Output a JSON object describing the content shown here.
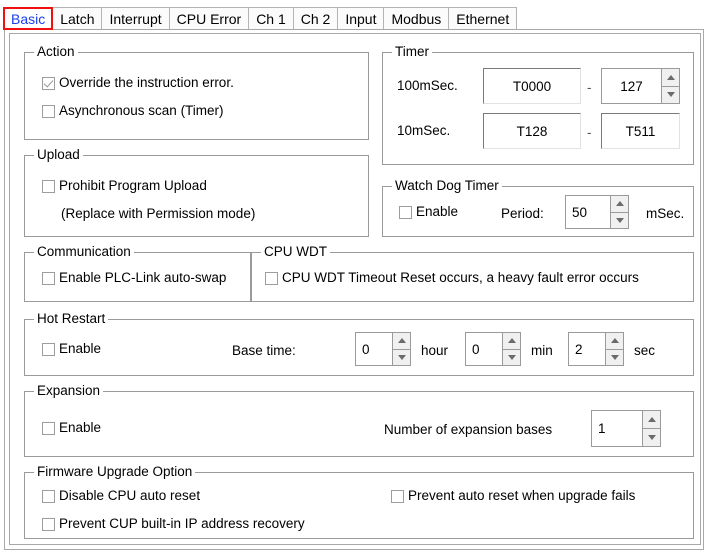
{
  "tabs": [
    {
      "label": "Basic",
      "selected": true
    },
    {
      "label": "Latch",
      "selected": false
    },
    {
      "label": "Interrupt",
      "selected": false
    },
    {
      "label": "CPU Error",
      "selected": false
    },
    {
      "label": "Ch 1",
      "selected": false
    },
    {
      "label": "Ch 2",
      "selected": false
    },
    {
      "label": "Input",
      "selected": false
    },
    {
      "label": "Modbus",
      "selected": false
    },
    {
      "label": "Ethernet",
      "selected": false
    }
  ],
  "colors": {
    "selected_tab_text": "#1a3ff0",
    "selected_tab_border": "#f01010",
    "group_border": "#9a9a9a",
    "checkbox_border": "#9d9d9d"
  },
  "groups": {
    "action": {
      "legend": "Action",
      "override_error_label": "Override the instruction error.",
      "override_error_checked": true,
      "async_scan_label": "Asynchronous scan (Timer)",
      "async_scan_checked": false
    },
    "upload": {
      "legend": "Upload",
      "prohibit_label": "Prohibit Program Upload",
      "prohibit_checked": false,
      "note": "(Replace with Permission mode)"
    },
    "timer": {
      "legend": "Timer",
      "row1_label": "100mSec.",
      "row1_start": "T0000",
      "row1_separator": "-",
      "row1_end": "127",
      "row2_label": "10mSec.",
      "row2_start": "T128",
      "row2_separator": "-",
      "row2_end": "T511"
    },
    "watchdog": {
      "legend": "Watch Dog Timer",
      "enable_label": "Enable",
      "enable_checked": false,
      "period_label": "Period:",
      "period_value": "50",
      "period_unit": "mSec."
    },
    "communication": {
      "legend": "Communication",
      "plclink_label": "Enable PLC-Link auto-swap",
      "plclink_checked": false
    },
    "cpu_wdt": {
      "legend": "CPU WDT",
      "timeout_label": "CPU WDT Timeout Reset occurs, a heavy fault error occurs",
      "timeout_checked": false
    },
    "hot_restart": {
      "legend": "Hot Restart",
      "enable_label": "Enable",
      "enable_checked": false,
      "base_time_label": "Base time:",
      "hour_value": "0",
      "hour_unit": "hour",
      "min_value": "0",
      "min_unit": "min",
      "sec_value": "2",
      "sec_unit": "sec"
    },
    "expansion": {
      "legend": "Expansion",
      "enable_label": "Enable",
      "enable_checked": false,
      "bases_label": "Number of expansion bases",
      "bases_value": "1"
    },
    "firmware": {
      "legend": "Firmware Upgrade Option",
      "disable_autoreset_label": "Disable CPU auto reset",
      "disable_autoreset_checked": false,
      "prevent_autoreset_label": "Prevent auto reset when upgrade fails",
      "prevent_autoreset_checked": false,
      "prevent_ip_label": "Prevent CUP built-in IP address recovery",
      "prevent_ip_checked": false
    }
  }
}
